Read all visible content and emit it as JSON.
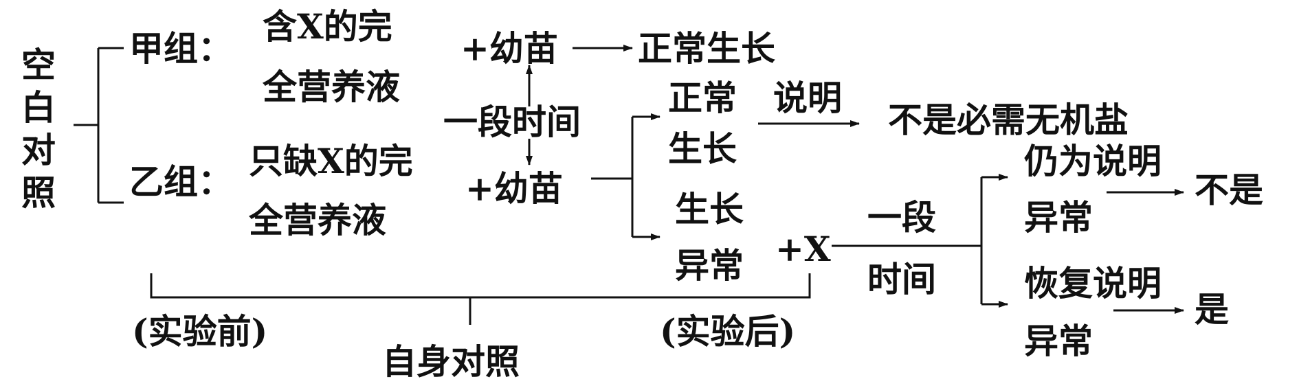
{
  "blank_control": "空白对照",
  "group_a": {
    "label": "甲组：",
    "solution_line1": "含X的完",
    "solution_line2": "全营养液",
    "seedling": "+幼苗",
    "result": "正常生长"
  },
  "group_b": {
    "label": "乙组：",
    "solution_line1": "只缺X的完",
    "solution_line2": "全营养液",
    "seedling": "+幼苗"
  },
  "period_1": "一段时间",
  "branch_normal": {
    "line1": "正常",
    "line2": "生长",
    "explain": "说明",
    "conclusion": "不是必需无机盐"
  },
  "branch_abnormal": {
    "line1": "生长",
    "line2": "异常",
    "add_x": "+X"
  },
  "period_2": {
    "line1": "一段",
    "line2": "时间"
  },
  "still_abnormal": {
    "line1": "仍为说明",
    "line2": "异常",
    "conclusion": "不是"
  },
  "recovered": {
    "line1": "恢复说明",
    "line2": "异常",
    "conclusion": "是"
  },
  "before_label": "(实验前)",
  "after_label": "(实验后)",
  "self_control": "自身对照"
}
